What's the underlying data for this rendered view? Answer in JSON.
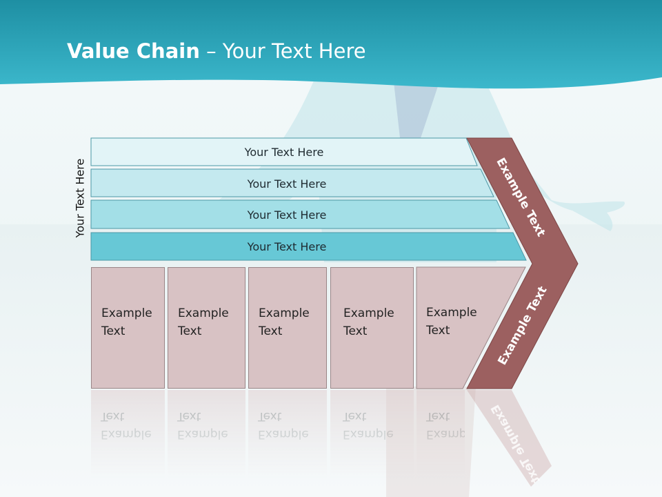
{
  "slide": {
    "title_bold": "Value Chain",
    "title_rest": " – Your Text Here",
    "vertical_label": "Your Text Here",
    "bars": [
      {
        "label": "Your Text Here",
        "color": "#e2f4f7"
      },
      {
        "label": "Your Text Here",
        "color": "#c4e9ef"
      },
      {
        "label": "Your Text Here",
        "color": "#a3dfe7"
      },
      {
        "label": "Your Text Here",
        "color": "#67c8d6"
      }
    ],
    "boxes": [
      {
        "label": "Example Text"
      },
      {
        "label": "Example Text"
      },
      {
        "label": "Example Text"
      },
      {
        "label": "Example Text"
      },
      {
        "label": "Example Text"
      }
    ],
    "chevron": {
      "upper_label": "Example Text",
      "lower_label": "Example Text",
      "color": "#9c6060"
    },
    "header_color": "#2aa9bf"
  }
}
